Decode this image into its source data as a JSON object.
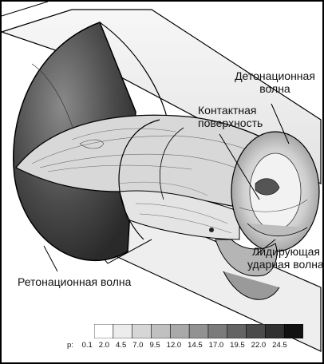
{
  "labels": {
    "detonation_wave_line1": "Детонационная",
    "detonation_wave_line2": "волна",
    "contact_surface_line1": "Контактная",
    "contact_surface_line2": "поверхность",
    "leading_shock_line1": "Лидирующая",
    "leading_shock_line2": "ударная волна",
    "retonation_wave": "Ретонационная волна"
  },
  "legend": {
    "variable": "p:",
    "ticks": [
      "0.1",
      "2.0",
      "4.5",
      "7.0",
      "9.5",
      "12.0",
      "14.5",
      "17.0",
      "19.5",
      "22.0",
      "24.5"
    ],
    "colors": [
      "#ffffff",
      "#ececec",
      "#d6d6d6",
      "#c0c0c0",
      "#a9a9a9",
      "#929292",
      "#7b7b7b",
      "#646464",
      "#4b4b4b",
      "#313131",
      "#111111"
    ]
  }
}
